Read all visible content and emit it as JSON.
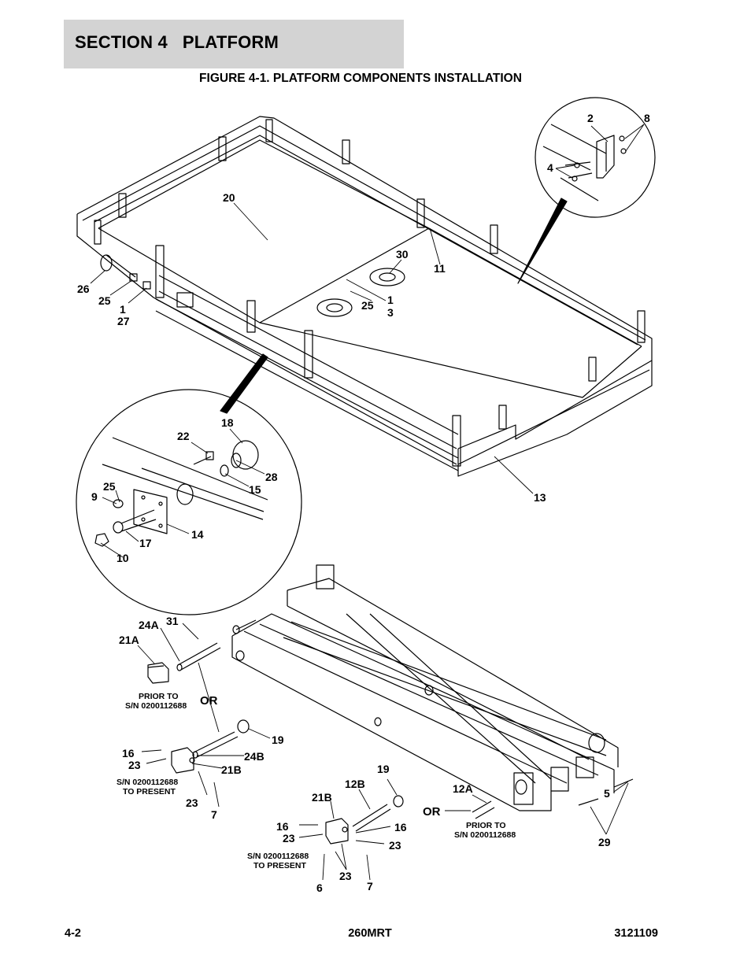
{
  "header": {
    "section_title": "SECTION 4   PLATFORM"
  },
  "figure": {
    "title": "FIGURE 4-1. PLATFORM COMPONENTS INSTALLATION",
    "callouts": {
      "c2": "2",
      "c8": "8",
      "c4": "4",
      "c20": "20",
      "c30": "30",
      "c11": "11",
      "c26": "26",
      "c25a": "25",
      "c1a": "1",
      "c27": "27",
      "c25b": "25",
      "c1b": "1",
      "c3": "3",
      "c18": "18",
      "c22": "22",
      "c28": "28",
      "c15": "15",
      "c25c": "25",
      "c9": "9",
      "c14": "14",
      "c17": "17",
      "c10": "10",
      "c13": "13",
      "c31": "31",
      "c24A": "24A",
      "c21A": "21A",
      "c19a": "19",
      "c16a": "16",
      "c23a": "23",
      "c24B": "24B",
      "c21Ba": "21B",
      "c23b": "23",
      "c7a": "7",
      "c19b": "19",
      "c12B": "12B",
      "c12A": "12A",
      "c21Bb": "21B",
      "c5": "5",
      "c16b": "16",
      "c16c": "16",
      "c23c": "23",
      "c23d": "23",
      "c23e": "23",
      "c29": "29",
      "c6": "6",
      "c7b": "7"
    },
    "notes": {
      "prior_a_line1": "PRIOR TO",
      "prior_a_line2": "S/N 0200112688",
      "sn_a_line1": "S/N 0200112688",
      "sn_a_line2": "TO PRESENT",
      "prior_b_line1": "PRIOR TO",
      "prior_b_line2": "S/N 0200112688",
      "sn_b_line1": "S/N 0200112688",
      "sn_b_line2": "TO PRESENT",
      "or_a": "OR",
      "or_b": "OR"
    }
  },
  "footer": {
    "page_number": "4-2",
    "model": "260MRT",
    "doc_number": "3121109"
  }
}
